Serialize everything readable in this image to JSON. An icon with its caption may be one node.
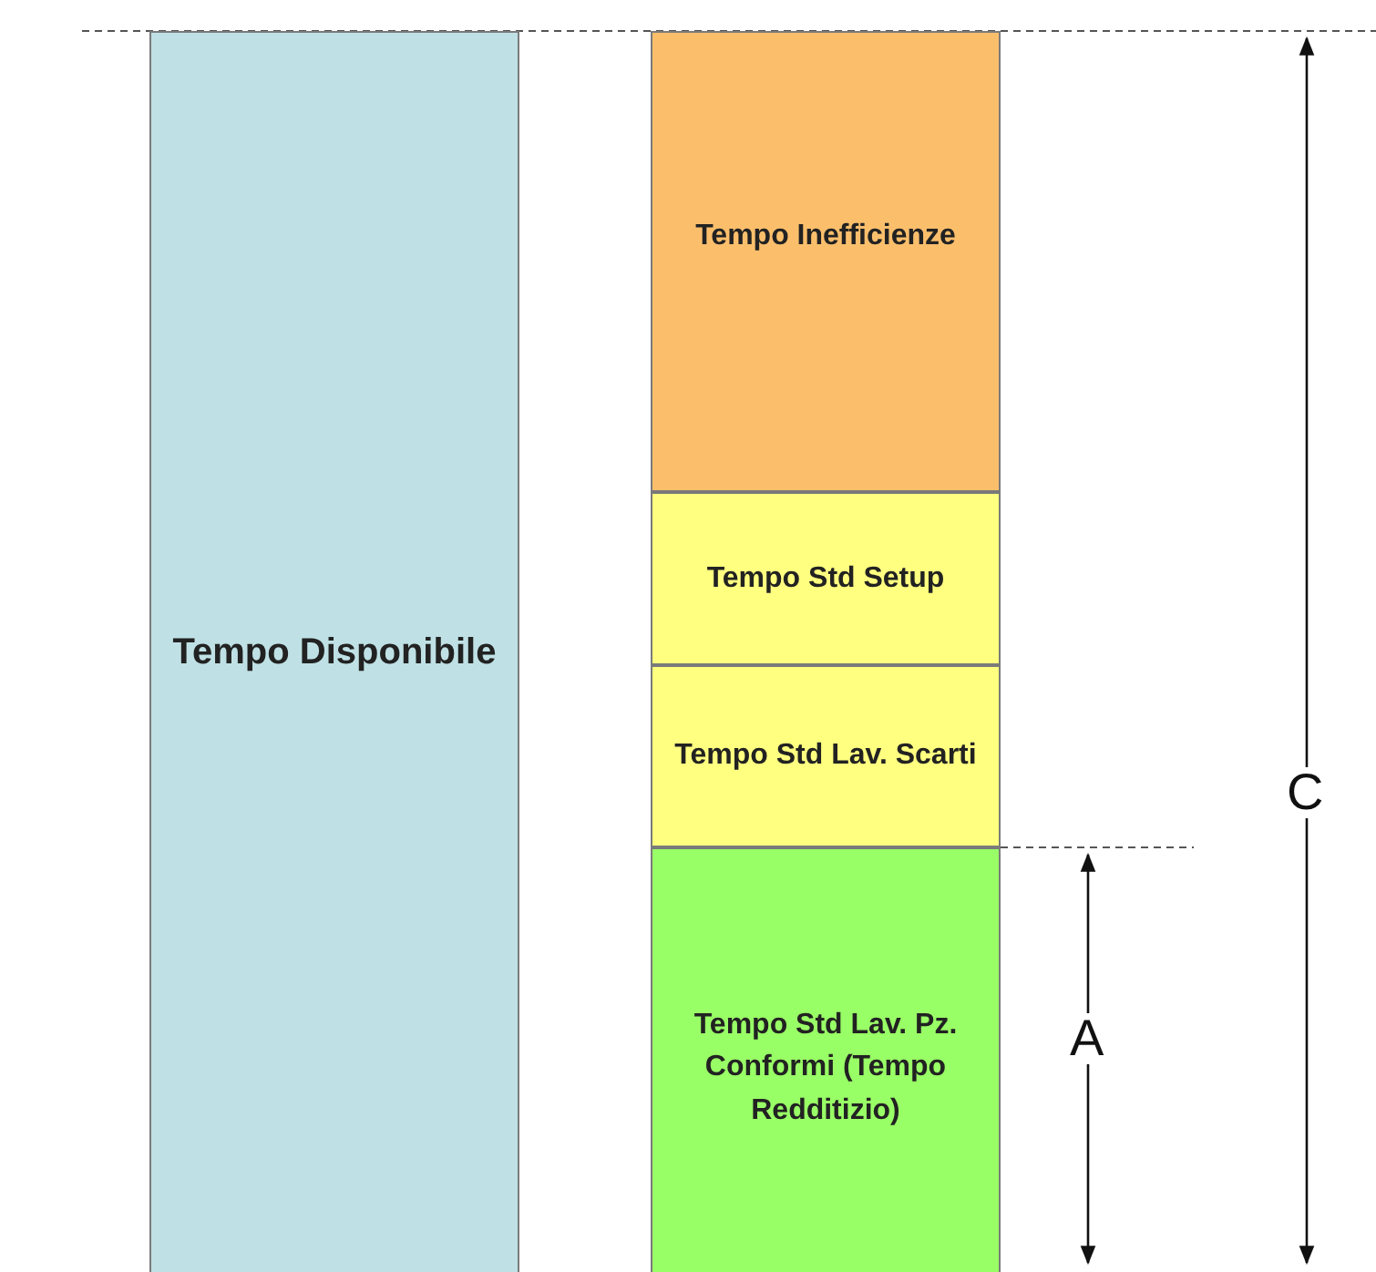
{
  "diagram": {
    "nodes": [
      {
        "text": [
          "Tempo Disponibile"
        ]
      },
      {
        "text": [
          "Tempo Inefficienze"
        ]
      },
      {
        "text": [
          "Tempo Std Setup"
        ]
      },
      {
        "text": [
          "Tempo Std Lav. Scarti"
        ]
      },
      {
        "text": [
          "Tempo Std Lav. Pz. Conformi (Tempo Redditizio)"
        ]
      }
    ],
    "labels": [
      "C",
      "A"
    ]
  }
}
